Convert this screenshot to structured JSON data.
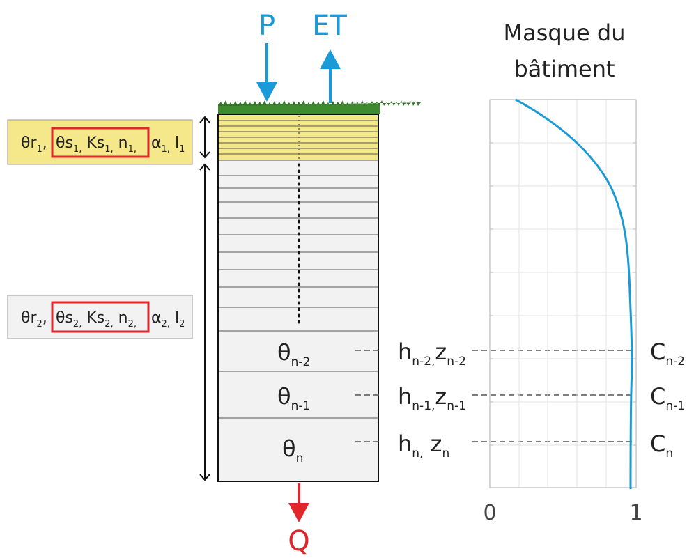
{
  "flows": {
    "precip": "P",
    "evapotranspiration": "ET",
    "drainage": "Q"
  },
  "layer1_params": {
    "theta_r": "θr",
    "sub_r": "1",
    "theta_s": "θs",
    "sub_s": "1",
    "ks": "Ks",
    "sub_ks": "1",
    "n": "n",
    "sub_n": "1",
    "alpha": "α",
    "sub_alpha": "1",
    "l": "l",
    "sub_l": "1"
  },
  "layer2_params": {
    "theta_r": "θr",
    "sub_r": "2",
    "theta_s": "θs",
    "sub_s": "2",
    "ks": "Ks",
    "sub_ks": "2",
    "n": "n",
    "sub_n": "2",
    "alpha": "α",
    "sub_alpha": "2",
    "l": "l",
    "sub_l": "2"
  },
  "nodes": [
    {
      "theta": "θ",
      "theta_sub": "n-2",
      "h": "h",
      "h_sub": "n-2,",
      "z": "z",
      "z_sub": "n-2",
      "c": "C",
      "c_sub": "n-2"
    },
    {
      "theta": "θ",
      "theta_sub": "n-1",
      "h": "h",
      "h_sub": "n-1,",
      "z": "z",
      "z_sub": "n-1",
      "c": "C",
      "c_sub": "n-1"
    },
    {
      "theta": "θ",
      "theta_sub": "n",
      "h": "h",
      "h_sub": "n,",
      "z": "z",
      "z_sub": "n",
      "c": "C",
      "c_sub": "n"
    }
  ],
  "mask_plot": {
    "title_line1": "Masque du",
    "title_line2": "bâtiment",
    "x_ticks": [
      "0",
      "1"
    ],
    "curve_color": "#1a9ad6"
  },
  "colors": {
    "blue": "#1a9ad6",
    "red": "#e0262b",
    "yellow": "#f5e88a",
    "grass": "#3f8a2e"
  }
}
